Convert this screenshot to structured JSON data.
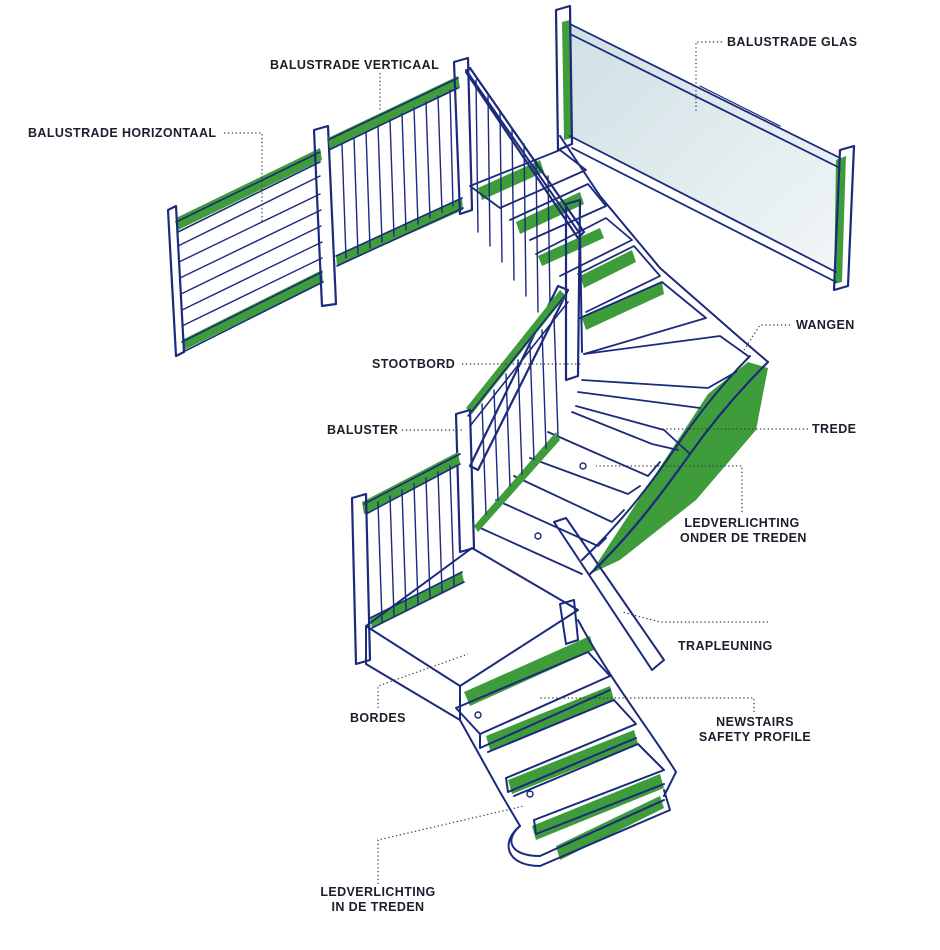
{
  "labels": {
    "balustrade_glas": "BALUSTRADE GLAS",
    "balustrade_verticaal": "BALUSTRADE VERTICAAL",
    "balustrade_horizontaal": "BALUSTRADE HORIZONTAAL",
    "wangen": "WANGEN",
    "stootbord": "STOOTBORD",
    "baluster": "BALUSTER",
    "trede": "TREDE",
    "ledverlichting_onder_1": "LEDVERLICHTING",
    "ledverlichting_onder_2": "ONDER DE TREDEN",
    "trapleuning": "TRAPLEUNING",
    "bordes": "BORDES",
    "newstairs_1": "NEWSTAIRS",
    "newstairs_2": "SAFETY PROFILE",
    "ledverlichting_in_1": "LEDVERLICHTING",
    "ledverlichting_in_2": "IN DE TREDEN"
  },
  "colors": {
    "ink": "#1c2a7c",
    "accent_green": "#3e9d3a",
    "glass": "#dfe9ec",
    "label": "#1d1d2b"
  }
}
